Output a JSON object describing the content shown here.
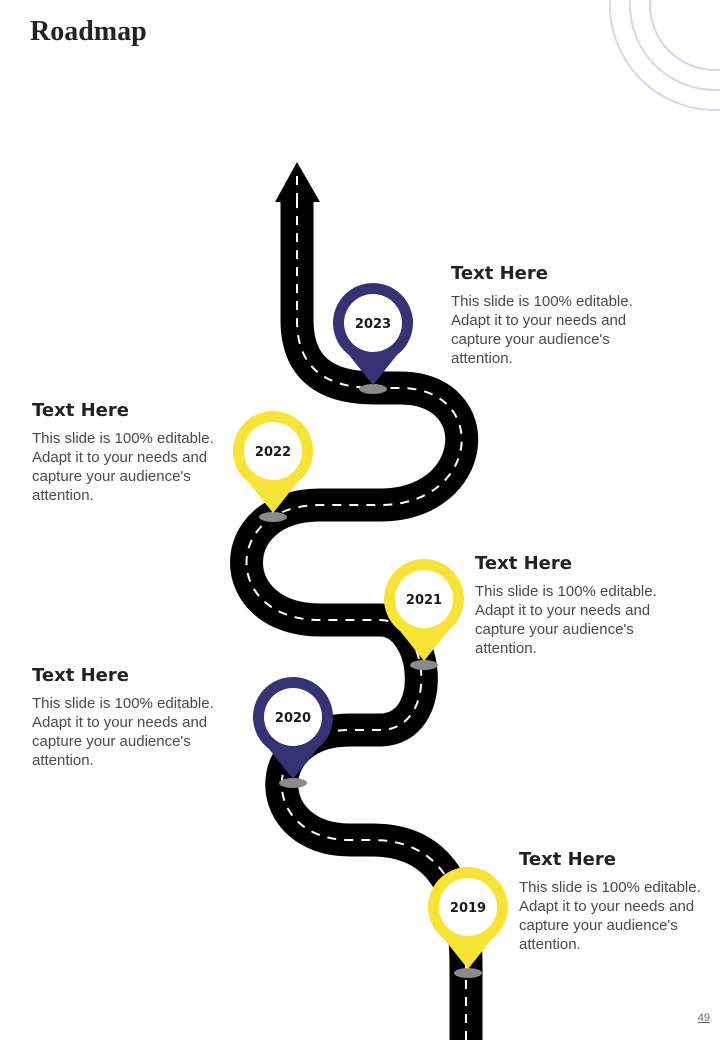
{
  "title": "Roadmap",
  "page_number": "49",
  "colors": {
    "road": "#000000",
    "lane": "#ffffff",
    "navy": "#363273",
    "yellow": "#f7e437",
    "decor": "#d9d4ef"
  },
  "milestones": [
    {
      "year": "2023",
      "color": "navy",
      "heading": "Text Here",
      "body": "This slide is 100% editable. Adapt it to your needs and capture your audience's attention."
    },
    {
      "year": "2022",
      "color": "yellow",
      "heading": "Text Here",
      "body": "This slide is 100% editable. Adapt it to your needs and capture your audience's attention."
    },
    {
      "year": "2021",
      "color": "yellow",
      "heading": "Text Here",
      "body": "This slide is 100% editable. Adapt it to your needs and capture your audience's attention."
    },
    {
      "year": "2020",
      "color": "navy",
      "heading": "Text Here",
      "body": "This slide is 100% editable. Adapt it to your needs and capture your audience's attention."
    },
    {
      "year": "2019",
      "color": "yellow",
      "heading": "Text Here",
      "body": "This slide is 100% editable. Adapt it to your needs and capture your audience's attention."
    }
  ]
}
